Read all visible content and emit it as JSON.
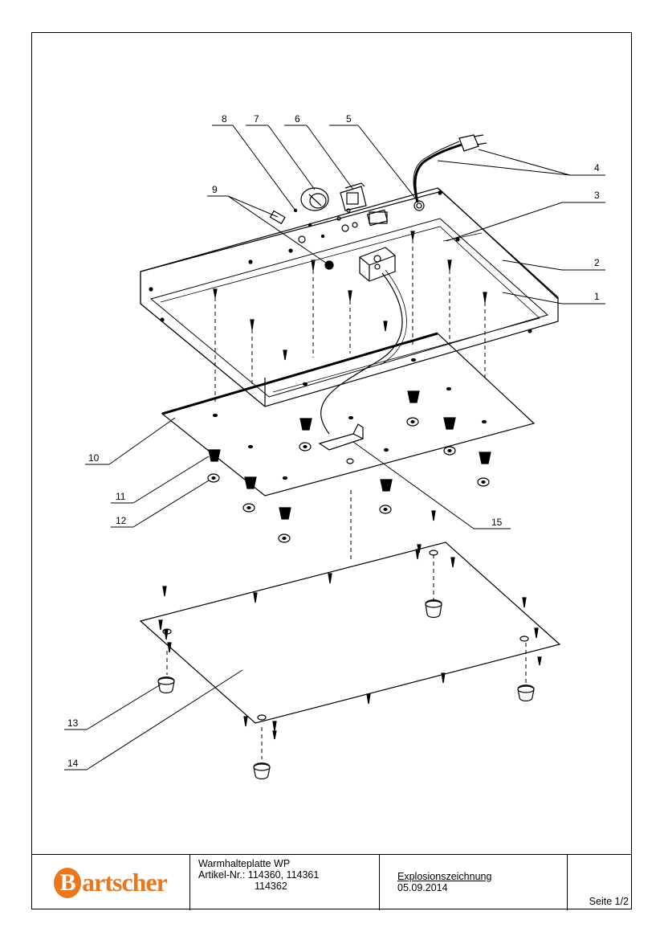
{
  "callouts": [
    "1",
    "2",
    "3",
    "4",
    "5",
    "6",
    "7",
    "8",
    "9",
    "10",
    "11",
    "12",
    "13",
    "14",
    "15"
  ],
  "title_block": {
    "logo_text": "Bartscher",
    "logo_initial": "B",
    "logo_rest": "artscher",
    "product_name": "Warmhalteplatte WP",
    "article_line1": "Artikel-Nr.: 114360, 114361",
    "article_line2": "114362",
    "drawing_type": "Explosionszeichnung",
    "date": "05.09.2014",
    "page": "Seite 1/2"
  },
  "colors": {
    "brand": "#e8781e",
    "line": "#000000"
  }
}
